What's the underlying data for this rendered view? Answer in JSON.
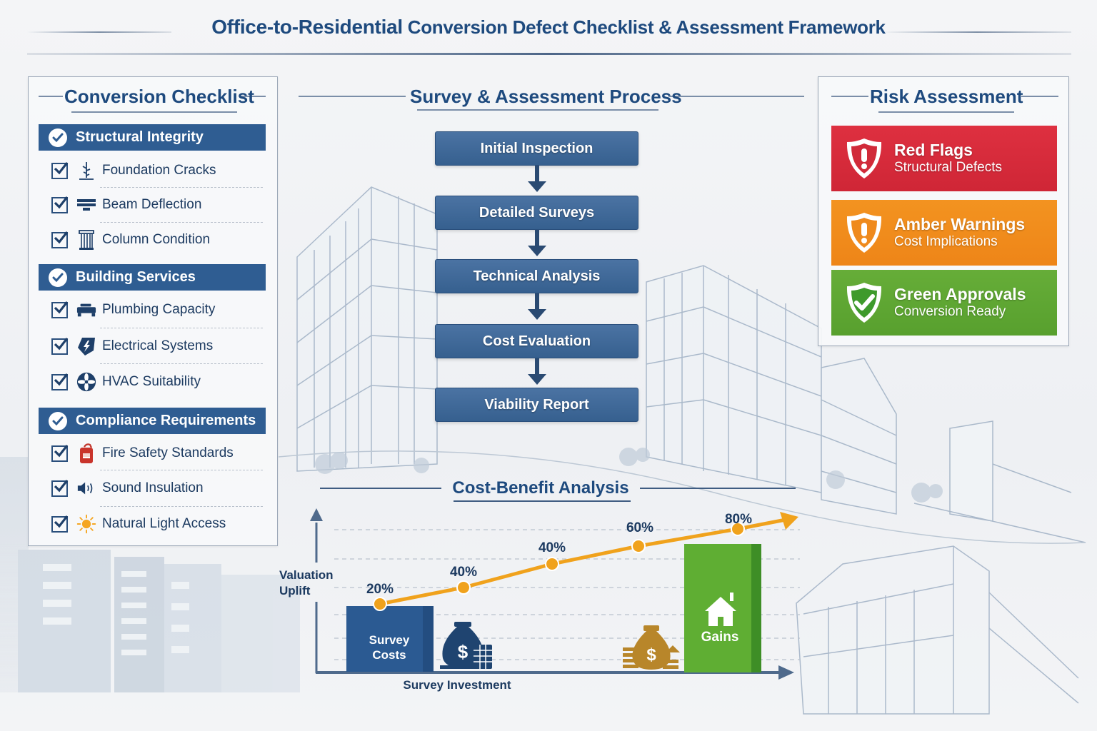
{
  "title": {
    "bold_part": "Office-to-Residential",
    "rest": " Conversion Defect Checklist & Assessment Framework"
  },
  "checklist": {
    "title": "Conversion Checklist",
    "categories": [
      {
        "label": "Structural Integrity",
        "items": [
          {
            "label": "Foundation Cracks",
            "icon": "foundation-crack-icon"
          },
          {
            "label": "Beam Deflection",
            "icon": "beam-icon"
          },
          {
            "label": "Column Condition",
            "icon": "column-icon"
          }
        ]
      },
      {
        "label": "Building Services",
        "items": [
          {
            "label": "Plumbing Capacity",
            "icon": "pipe-icon"
          },
          {
            "label": "Electrical Systems",
            "icon": "lightning-icon"
          },
          {
            "label": "HVAC Suitability",
            "icon": "fan-icon"
          }
        ]
      },
      {
        "label": "Compliance Requirements",
        "items": [
          {
            "label": "Fire Safety Standards",
            "icon": "fire-extinguisher-icon"
          },
          {
            "label": "Sound Insulation",
            "icon": "speaker-icon"
          },
          {
            "label": "Natural Light Access",
            "icon": "sun-icon"
          }
        ]
      }
    ]
  },
  "process": {
    "title": "Survey & Assessment Process",
    "steps": [
      "Initial Inspection",
      "Detailed Surveys",
      "Technical Analysis",
      "Cost Evaluation",
      "Viability Report"
    ]
  },
  "risk": {
    "title": "Risk Assessment",
    "cards": [
      {
        "title": "Red Flags",
        "subtitle": "Structural Defects",
        "color": "#d62b3a",
        "icon": "shield-exclamation-icon"
      },
      {
        "title": "Amber Warnings",
        "subtitle": "Cost Implications",
        "color": "#f08a1c",
        "icon": "shield-exclamation-icon"
      },
      {
        "title": "Green Approvals",
        "subtitle": "Conversion Ready",
        "color": "#5ea532",
        "icon": "shield-check-icon"
      }
    ]
  },
  "chart_data": {
    "type": "bar",
    "title": "Cost-Benefit Analysis",
    "xlabel": "Survey Investment",
    "ylabel": "Valuation Uplift",
    "bars": [
      {
        "label": "Survey Costs",
        "color": "#2b5a92"
      },
      {
        "label": "Gains",
        "color": "#5ea532"
      }
    ],
    "line_series": {
      "name": "Valuation Uplift",
      "color": "#f0a21c",
      "points": [
        {
          "label": "20%",
          "value": 20
        },
        {
          "label": "40%",
          "value": 40
        },
        {
          "label": "40%",
          "value": 40
        },
        {
          "label": "60%",
          "value": 60
        },
        {
          "label": "80%",
          "value": 80
        }
      ]
    },
    "grid": true,
    "icons": [
      "money-bag-coins-icon",
      "money-bag-house-icon",
      "house-icon"
    ]
  },
  "colors": {
    "navy": "#1e4a7e",
    "header_blue": "#2f5d92",
    "process_blue": "#3d6696",
    "red": "#d62b3a",
    "amber": "#f08a1c",
    "green": "#5ea532",
    "orange_line": "#f0a21c"
  }
}
